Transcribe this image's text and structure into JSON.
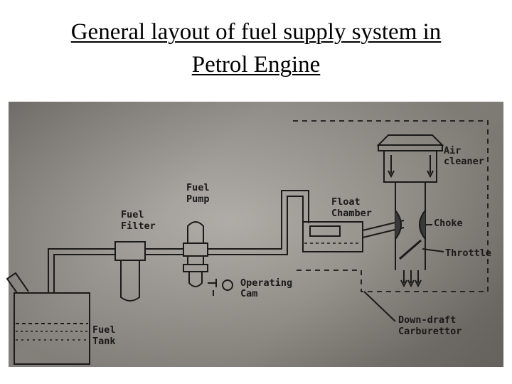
{
  "title_line1": "General layout of fuel supply system in",
  "title_line2": "Petrol Engine",
  "labels": {
    "fuel_pump": [
      "Fuel",
      "Pump"
    ],
    "fuel_filter": [
      "Fuel",
      "Filter"
    ],
    "float_chamber": [
      "Float",
      "Chamber"
    ],
    "air_cleaner": [
      "Air",
      "cleaner"
    ],
    "choke": "Choke",
    "throttle": "Throttle",
    "operating_cam": [
      "Operating",
      "Cam"
    ],
    "fuel_tank": [
      "Fuel",
      "Tank"
    ],
    "carburettor": [
      "Down-draft",
      "Carburettor"
    ]
  },
  "colors": {
    "ink": "#1a1a1a",
    "paper": "#9a968f"
  }
}
